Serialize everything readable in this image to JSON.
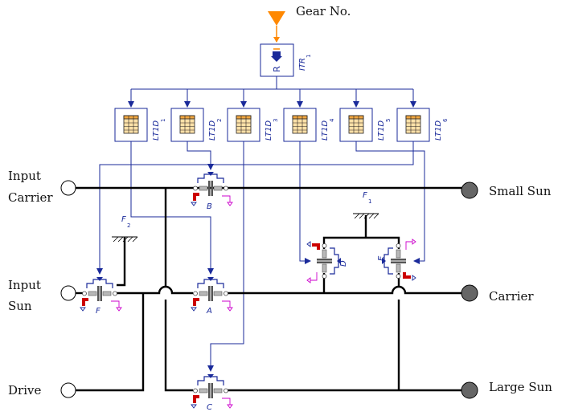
{
  "input": {
    "label": "Gear No."
  },
  "selector": {
    "name": "ITR",
    "index": "1",
    "glyph": "R"
  },
  "tables": [
    {
      "name": "LT1D",
      "index": "1"
    },
    {
      "name": "LT1D",
      "index": "2"
    },
    {
      "name": "LT1D",
      "index": "3"
    },
    {
      "name": "LT1D",
      "index": "4"
    },
    {
      "name": "LT1D",
      "index": "5"
    },
    {
      "name": "LT1D",
      "index": "6"
    }
  ],
  "fixed": [
    {
      "name": "F",
      "index": "1"
    },
    {
      "name": "F",
      "index": "2"
    }
  ],
  "clutches": [
    "A",
    "B",
    "C",
    "D",
    "E",
    "F"
  ],
  "ports_left": [
    {
      "line1": "Input",
      "line2": "Carrier"
    },
    {
      "line1": "Input",
      "line2": "Sun"
    },
    {
      "line1": "Drive",
      "line2": ""
    }
  ],
  "ports_right": [
    "Small Sun",
    "Carrier",
    "Large Sun"
  ],
  "colors": {
    "signal": "#1a2a9a",
    "shaft": "#000000",
    "input": "#ff8800",
    "brake": "#cc0000",
    "port_fill": "#666666",
    "flange": "#cc00cc"
  }
}
